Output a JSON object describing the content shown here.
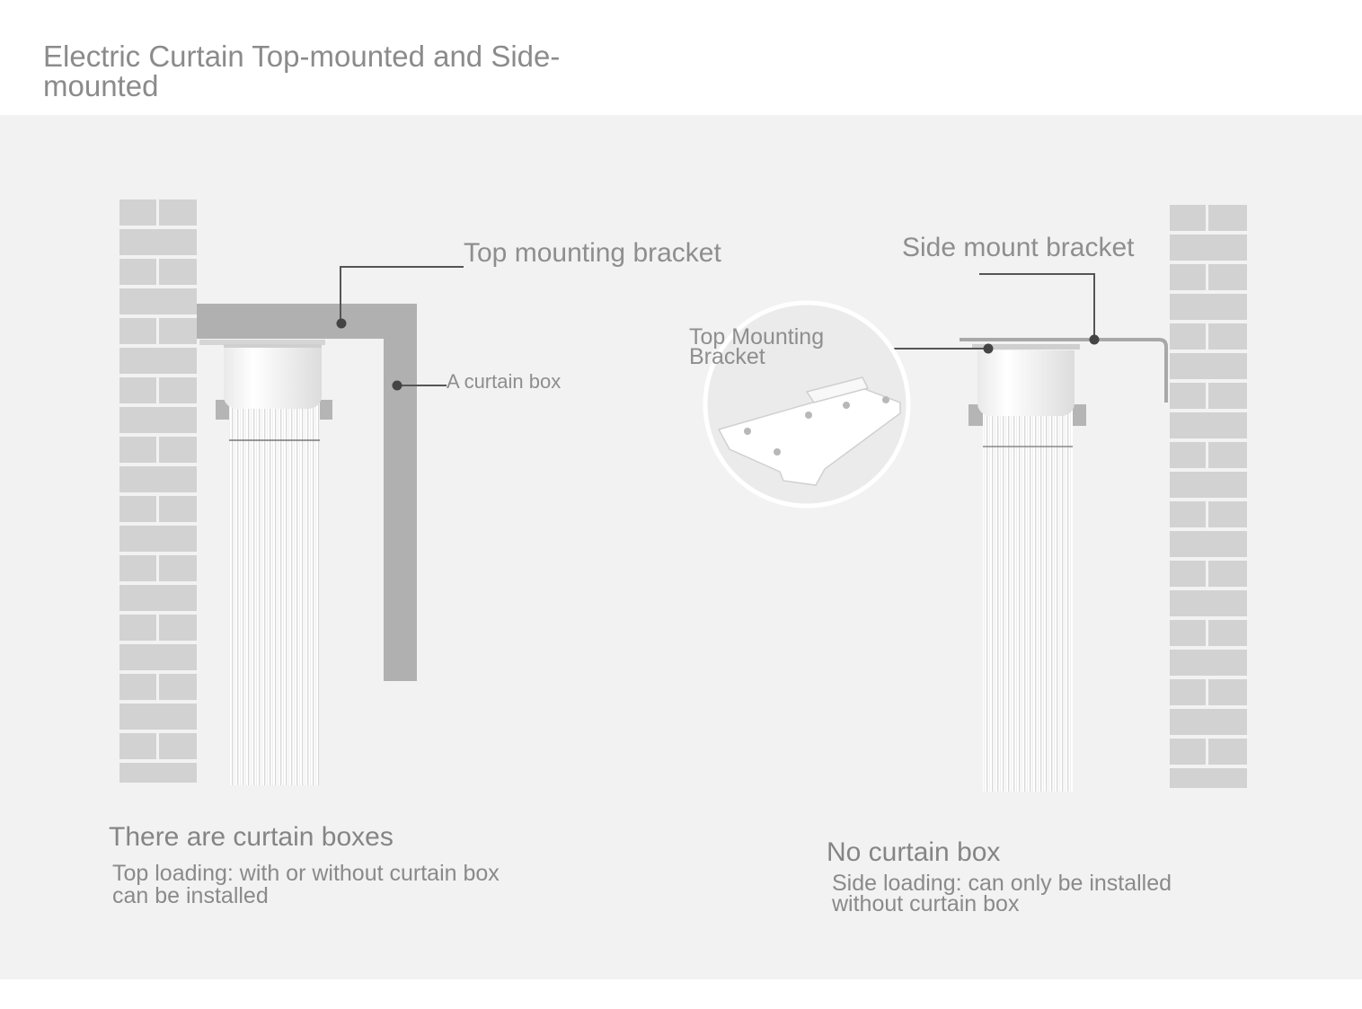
{
  "title": "Electric Curtain Top-mounted and Side-mounted",
  "labels": {
    "top_mounting_bracket": "Top mounting bracket",
    "curtain_box": "A curtain box",
    "side_mount_bracket": "Side mount bracket",
    "inset_top_mounting_bracket": "Top Mounting Bracket"
  },
  "captions": {
    "left_heading": "There are curtain boxes",
    "left_text": "Top loading: with or without curtain box can be installed",
    "right_heading": "No curtain box",
    "right_text": "Side loading: can only be installed without curtain box"
  },
  "colors": {
    "background": "#ffffff",
    "panel": "#f2f2f2",
    "brick": "#d2d2d2",
    "curtain_box": "#b0b0b0",
    "leader_line": "#555555",
    "text": "#8a8a8a"
  }
}
